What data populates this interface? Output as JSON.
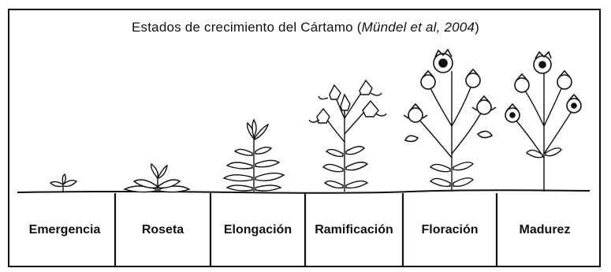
{
  "diagram": {
    "title_main": "Estados de crecimiento del Cártamo (",
    "title_citation": "Mündel et al, 2004",
    "title_close": ")",
    "stages": [
      {
        "label": "Emergencia"
      },
      {
        "label": "Roseta"
      },
      {
        "label": "Elongación"
      },
      {
        "label": "Ramificación"
      },
      {
        "label": "Floración"
      },
      {
        "label": "Madurez"
      }
    ]
  },
  "colors": {
    "ink": "#111111",
    "background": "#ffffff"
  }
}
